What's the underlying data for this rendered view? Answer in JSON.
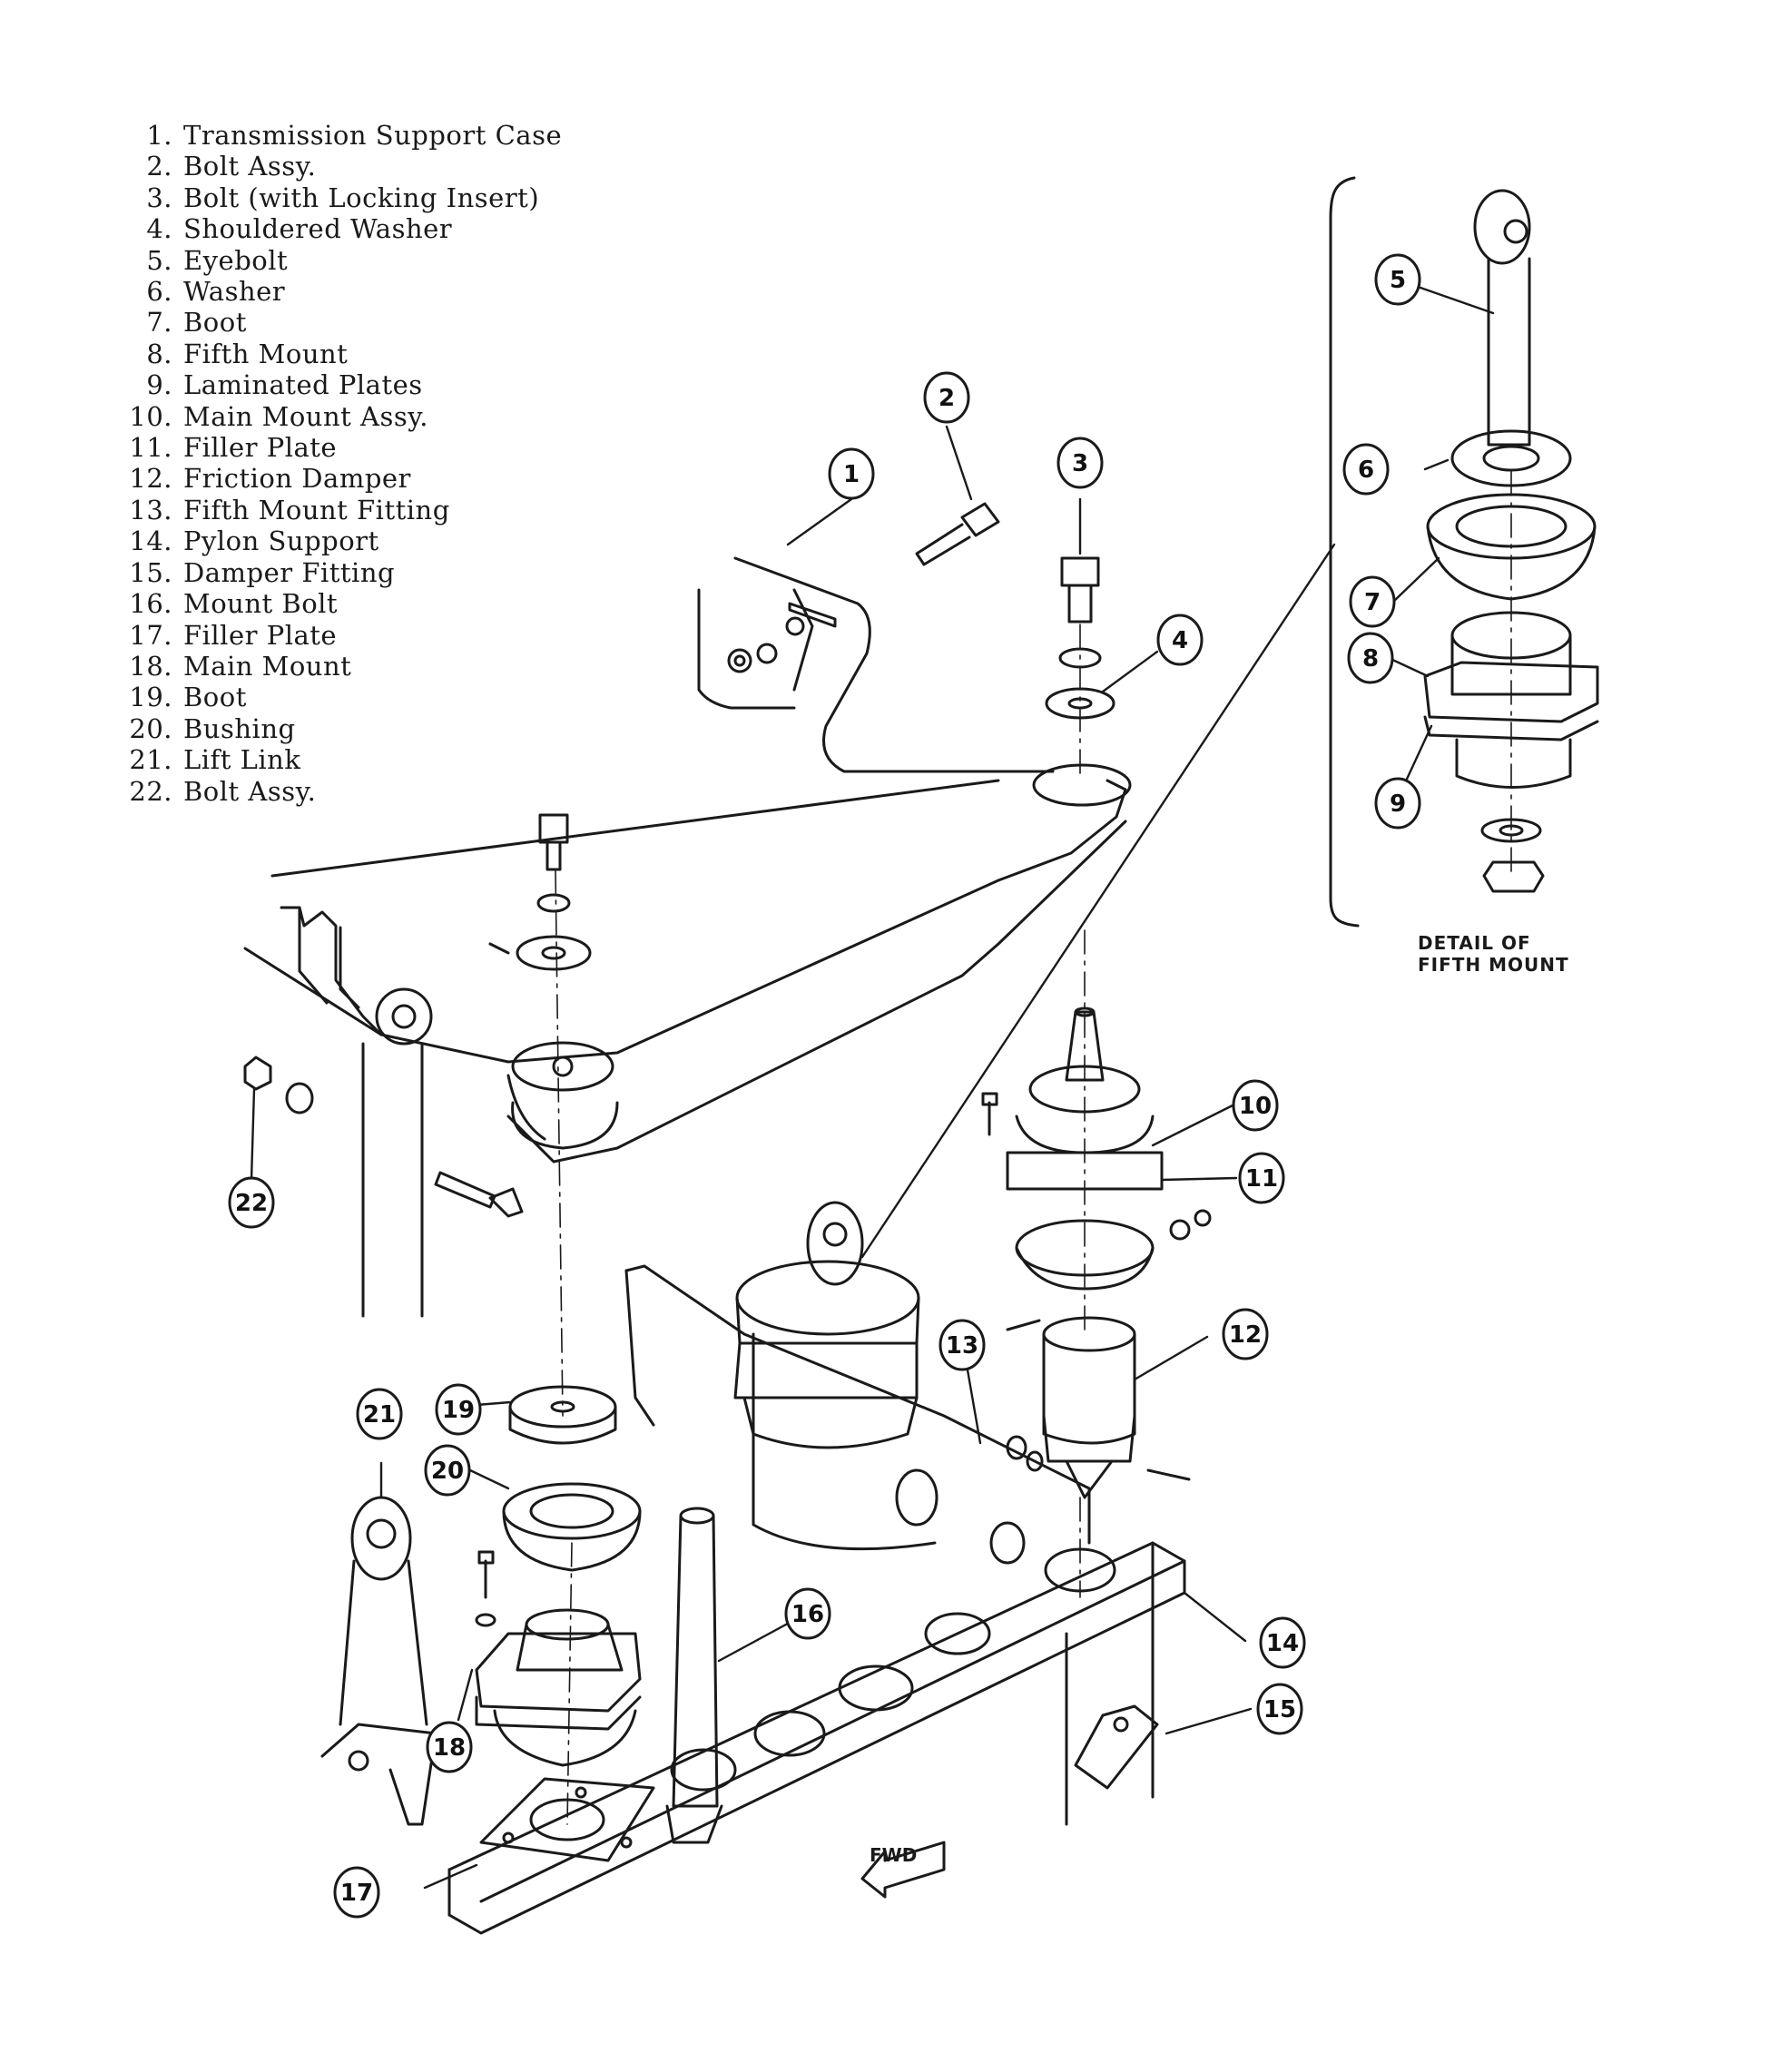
{
  "legend": [
    {
      "num": "1.",
      "label": "Transmission Support Case"
    },
    {
      "num": "2.",
      "label": "Bolt Assy."
    },
    {
      "num": "3.",
      "label": "Bolt (with Locking Insert)"
    },
    {
      "num": "4.",
      "label": "Shouldered Washer"
    },
    {
      "num": "5.",
      "label": "Eyebolt"
    },
    {
      "num": "6.",
      "label": "Washer"
    },
    {
      "num": "7.",
      "label": "Boot"
    },
    {
      "num": "8.",
      "label": "Fifth Mount"
    },
    {
      "num": "9.",
      "label": "Laminated Plates"
    },
    {
      "num": "10.",
      "label": "Main Mount Assy."
    },
    {
      "num": "11.",
      "label": "Filler Plate"
    },
    {
      "num": "12.",
      "label": "Friction Damper"
    },
    {
      "num": "13.",
      "label": "Fifth Mount Fitting"
    },
    {
      "num": "14.",
      "label": "Pylon Support"
    },
    {
      "num": "15.",
      "label": "Damper Fitting"
    },
    {
      "num": "16.",
      "label": "Mount Bolt"
    },
    {
      "num": "17.",
      "label": "Filler Plate"
    },
    {
      "num": "18.",
      "label": "Main Mount"
    },
    {
      "num": "19.",
      "label": "Boot"
    },
    {
      "num": "20.",
      "label": "Bushing"
    },
    {
      "num": "21.",
      "label": "Lift Link"
    },
    {
      "num": "22.",
      "label": "Bolt Assy."
    }
  ],
  "callouts": [
    "1",
    "2",
    "3",
    "4",
    "5",
    "6",
    "7",
    "8",
    "9",
    "10",
    "11",
    "12",
    "13",
    "14",
    "15",
    "16",
    "17",
    "18",
    "19",
    "20",
    "21",
    "22"
  ],
  "detail_caption_line1": "DETAIL OF",
  "detail_caption_line2": "FIFTH MOUNT",
  "fwd_label": "FWD"
}
